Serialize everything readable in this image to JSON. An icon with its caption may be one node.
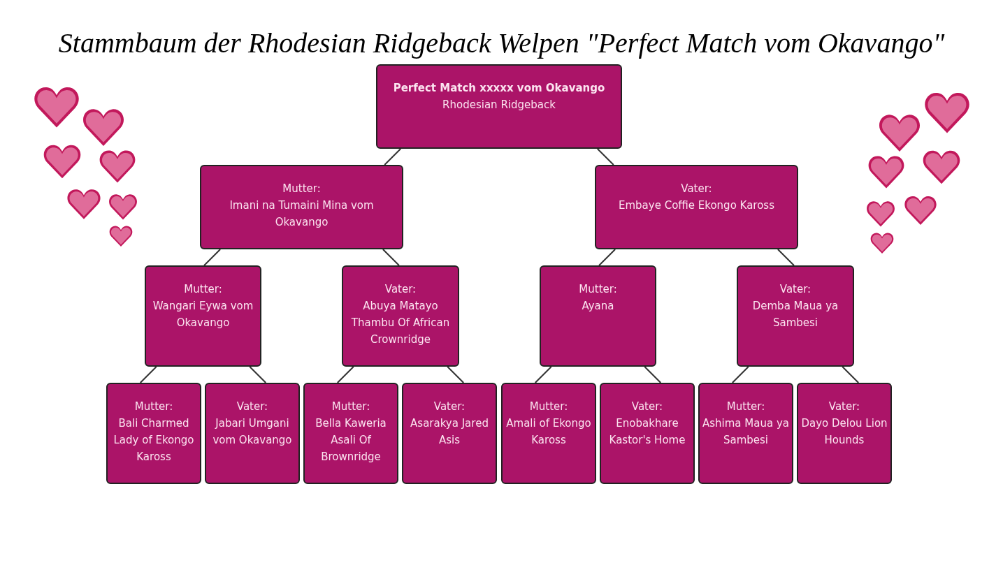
{
  "diagram": {
    "title": "Stammbaum der Rhodesian Ridgeback Welpen \"Perfect Match vom Okavango\"",
    "nodes": [
      {
        "text": [
          "Perfect Match xxxxx vom Okavango",
          "Rhodesian Ridgeback"
        ]
      },
      {
        "text": [
          "Mutter:",
          "Imani na Tumaini Mina vom Okavango"
        ]
      },
      {
        "text": [
          "Vater:",
          "Embaye Coffie Ekongo Kaross"
        ]
      },
      {
        "text": [
          "Mutter:",
          "Wangari Eywa vom Okavango"
        ]
      },
      {
        "text": [
          "Vater:",
          "Abuya Matayo Thambu Of African Crownridge"
        ]
      },
      {
        "text": [
          "Mutter:",
          "Ayana"
        ]
      },
      {
        "text": [
          "Vater:",
          "Demba Maua ya Sambesi"
        ]
      },
      {
        "text": [
          "Mutter:",
          "Bali Charmed Lady of Ekongo Kaross"
        ]
      },
      {
        "text": [
          "Vater:",
          "Jabari Umgani vom Okavango"
        ]
      },
      {
        "text": [
          "Mutter:",
          "Bella Kaweria Asali Of Brownridge"
        ]
      },
      {
        "text": [
          "Vater:",
          "Asarakya Jared Asis"
        ]
      },
      {
        "text": [
          "Mutter:",
          "Amali of Ekongo Kaross"
        ]
      },
      {
        "text": [
          "Vater:",
          "Enobakhare Kastor's Home"
        ]
      },
      {
        "text": [
          "Mutter:",
          "Ashima Maua ya Sambesi"
        ]
      },
      {
        "text": [
          "Vater:",
          "Dayo Delou Lion Hounds"
        ]
      }
    ],
    "edges": [
      {
        "from": 0,
        "to": 1,
        "arrow": "none"
      },
      {
        "from": 0,
        "to": 2,
        "arrow": "none"
      },
      {
        "from": 1,
        "to": 3,
        "arrow": "none"
      },
      {
        "from": 1,
        "to": 4,
        "arrow": "none"
      },
      {
        "from": 2,
        "to": 5,
        "arrow": "none"
      },
      {
        "from": 2,
        "to": 6,
        "arrow": "none"
      },
      {
        "from": 3,
        "to": 7,
        "arrow": "none"
      },
      {
        "from": 3,
        "to": 8,
        "arrow": "none"
      },
      {
        "from": 4,
        "to": 9,
        "arrow": "none"
      },
      {
        "from": 4,
        "to": 10,
        "arrow": "none"
      },
      {
        "from": 5,
        "to": 11,
        "arrow": "none"
      },
      {
        "from": 5,
        "to": 12,
        "arrow": "none"
      },
      {
        "from": 6,
        "to": 13,
        "arrow": "none"
      },
      {
        "from": 6,
        "to": 14,
        "arrow": "none"
      }
    ]
  }
}
